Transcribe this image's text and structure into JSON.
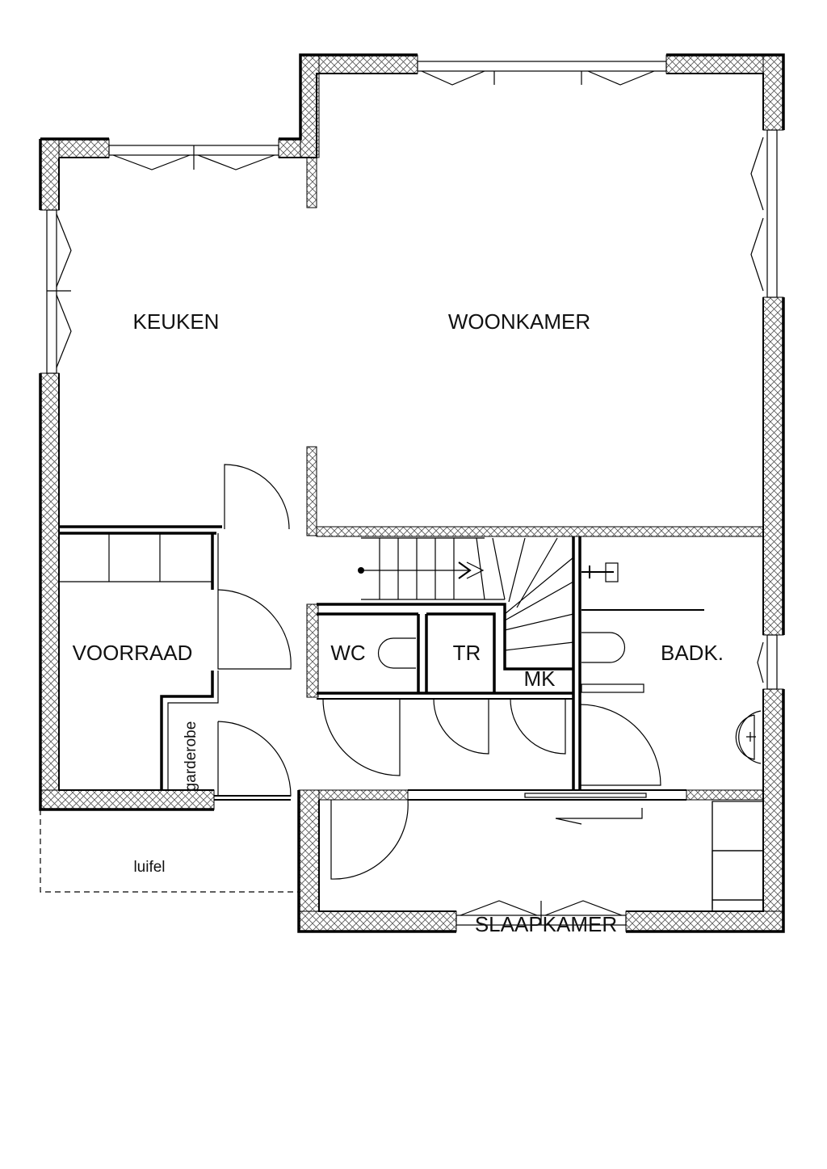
{
  "plan": {
    "type": "architectural floor plan",
    "rooms": [
      {
        "id": "keuken",
        "label": "KEUKEN"
      },
      {
        "id": "woonkamer",
        "label": "WOONKAMER"
      },
      {
        "id": "voorraad",
        "label": "VOORRAAD"
      },
      {
        "id": "wc",
        "label": "WC"
      },
      {
        "id": "tr",
        "label": "TR"
      },
      {
        "id": "mk",
        "label": "MK"
      },
      {
        "id": "badk",
        "label": "BADK."
      },
      {
        "id": "slaapkamer",
        "label": "SLAAPKAMER"
      }
    ],
    "annotations": {
      "garderobe": "garderobe",
      "luifel": "luifel"
    },
    "colors": {
      "line": "#000000",
      "background": "#ffffff",
      "hatch": "#555555"
    }
  }
}
